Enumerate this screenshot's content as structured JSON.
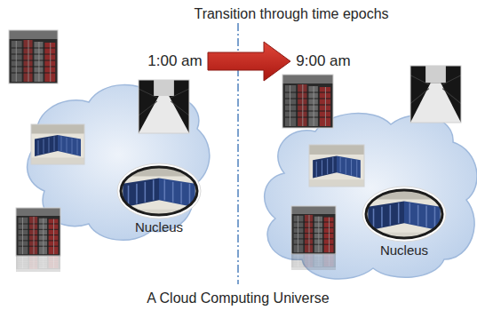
{
  "diagram": {
    "title": "Transition through time epochs",
    "caption": "A Cloud Computing Universe",
    "nodes": [
      {
        "text": [
          "Nucleus"
        ]
      },
      {
        "text": [
          "Nucleus"
        ]
      }
    ],
    "labels": [
      "1:00 am",
      "9:00 am"
    ]
  }
}
